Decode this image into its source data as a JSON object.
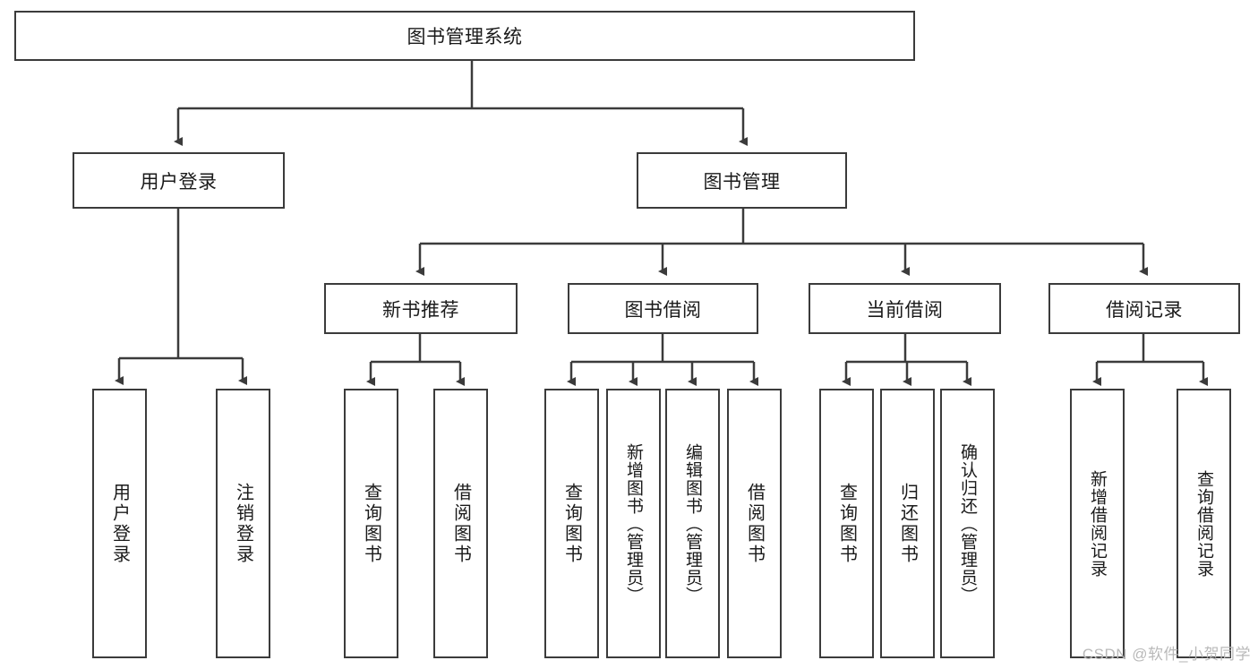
{
  "diagram": {
    "title": "图书管理系统",
    "root": {
      "label": "图书管理系统"
    },
    "level1": [
      {
        "label": "用户登录"
      },
      {
        "label": "图书管理"
      }
    ],
    "level2": [
      {
        "label": "新书推荐"
      },
      {
        "label": "图书借阅"
      },
      {
        "label": "当前借阅"
      },
      {
        "label": "借阅记录"
      }
    ],
    "leaves": {
      "user_login": [
        {
          "label": "用户登录"
        },
        {
          "label": "注销登录"
        }
      ],
      "new_book_recommend": [
        {
          "label": "查询图书"
        },
        {
          "label": "借阅图书"
        }
      ],
      "book_borrow": [
        {
          "label": "查询图书"
        },
        {
          "label": "新增图书（管理员）"
        },
        {
          "label": "编辑图书（管理员）"
        },
        {
          "label": "借阅图书"
        }
      ],
      "current_borrow": [
        {
          "label": "查询图书"
        },
        {
          "label": "归还图书"
        },
        {
          "label": "确认归还（管理员）"
        }
      ],
      "borrow_record": [
        {
          "label": "新增借阅记录"
        },
        {
          "label": "查询借阅记录"
        }
      ]
    }
  },
  "watermark": {
    "text": "CSDN @软件_小贺同学"
  },
  "colors": {
    "stroke": "#3b3b3b",
    "background": "#ffffff",
    "text": "#1a1a1a",
    "watermark": "#b9b9b9"
  }
}
